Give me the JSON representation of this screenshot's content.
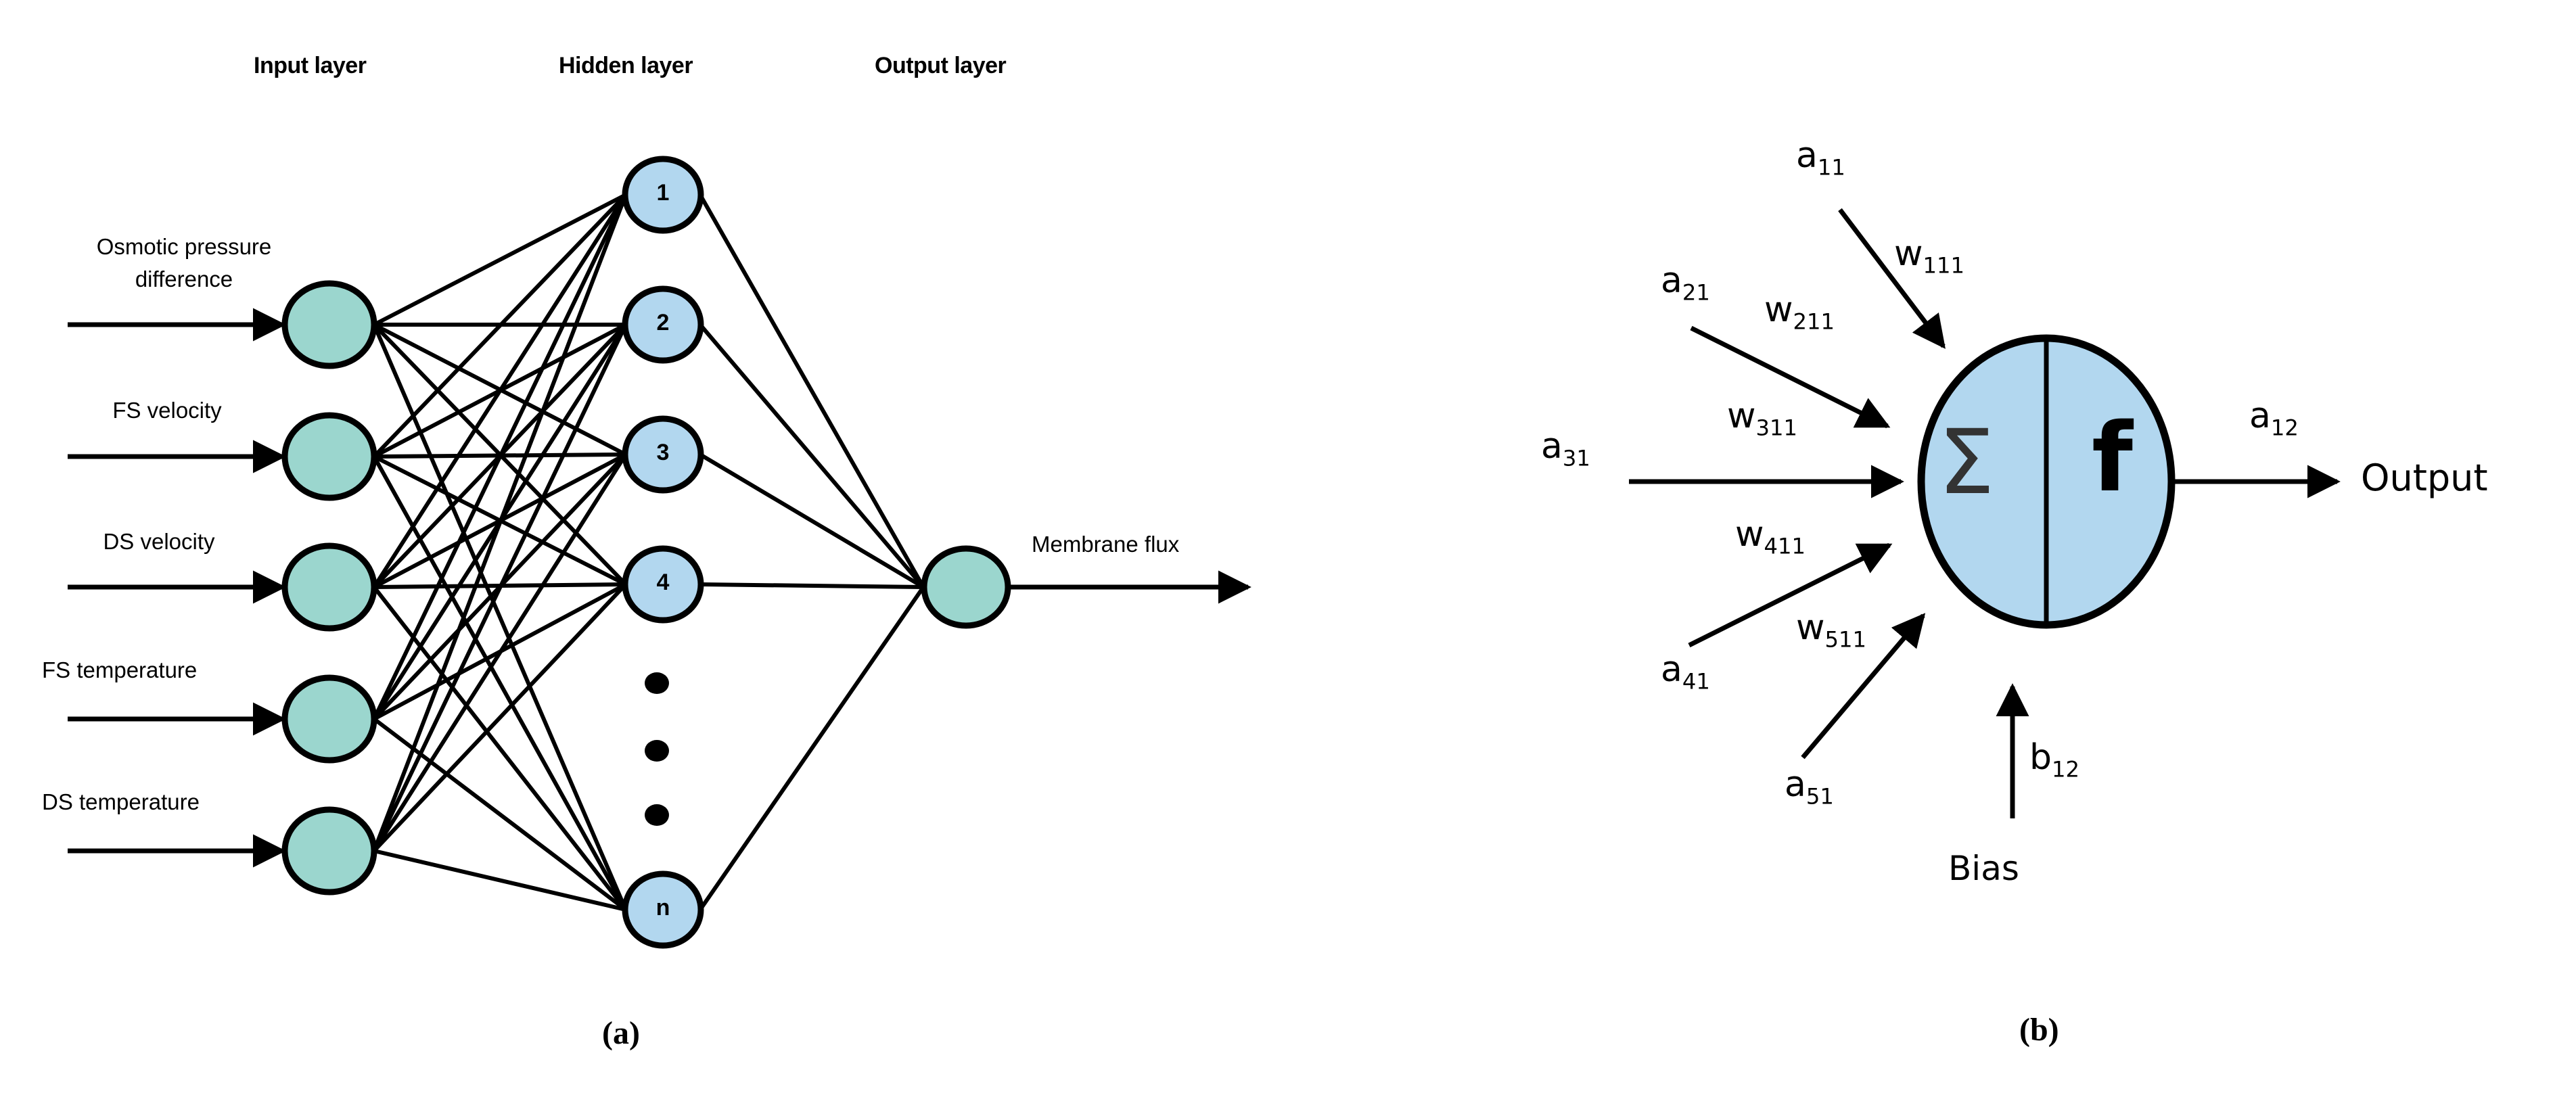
{
  "figure": {
    "panels": [
      {
        "id": "a",
        "caption": "(a)"
      },
      {
        "id": "b",
        "caption": "(b)"
      }
    ]
  },
  "colors": {
    "input_node_fill": "#9BD6CE",
    "hidden_node_fill": "#B2D7EF",
    "output_node_fill": "#9BD6CE",
    "neuron_fill": "#B2D7EF",
    "stroke": "#000000",
    "sigma_color": "#333333",
    "background": "#FFFFFF"
  },
  "panel_a": {
    "layer_titles": [
      {
        "key": "input",
        "label": "Input layer"
      },
      {
        "key": "hidden",
        "label": "Hidden layer"
      },
      {
        "key": "output",
        "label": "Output layer"
      }
    ],
    "inputs": [
      {
        "label_line1": "Osmotic pressure",
        "label_line2": "difference"
      },
      {
        "label_line1": "FS velocity",
        "label_line2": ""
      },
      {
        "label_line1": "DS velocity",
        "label_line2": ""
      },
      {
        "label_line1": "FS temperature",
        "label_line2": ""
      },
      {
        "label_line1": "DS temperature",
        "label_line2": ""
      }
    ],
    "hidden_nodes": [
      "1",
      "2",
      "3",
      "4",
      "n"
    ],
    "ellipsis_dots": 3,
    "output_label": "Membrane flux"
  },
  "panel_b": {
    "inputs": [
      {
        "signal": "a",
        "signal_sub": "11",
        "weight": "w",
        "weight_sub": "111"
      },
      {
        "signal": "a",
        "signal_sub": "21",
        "weight": "w",
        "weight_sub": "211"
      },
      {
        "signal": "a",
        "signal_sub": "31",
        "weight": "w",
        "weight_sub": "311"
      },
      {
        "signal": "a",
        "signal_sub": "41",
        "weight": "w",
        "weight_sub": "411"
      },
      {
        "signal": "a",
        "signal_sub": "51",
        "weight": "w",
        "weight_sub": "511"
      }
    ],
    "bias": {
      "label": "Bias",
      "symbol": "b",
      "symbol_sub": "12"
    },
    "neuron": {
      "sum_symbol": "Σ",
      "activation_symbol": "f"
    },
    "output": {
      "symbol": "a",
      "symbol_sub": "12",
      "label": "Output"
    }
  }
}
